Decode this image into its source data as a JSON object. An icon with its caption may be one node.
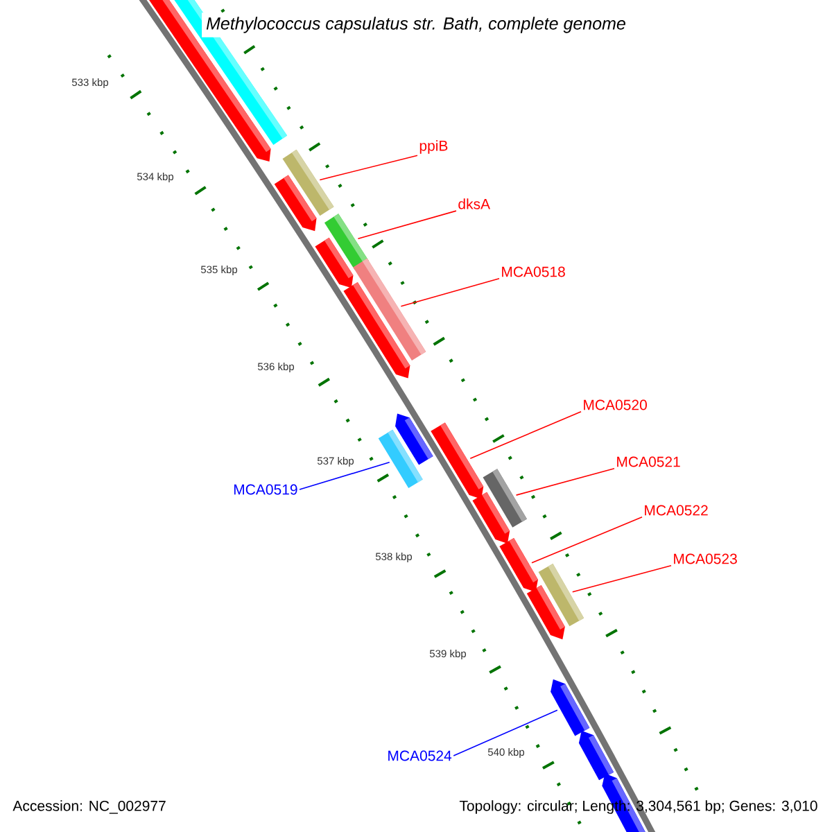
{
  "diagram": {
    "title": "Methylococcus capsulatus str. Bath, complete genome",
    "nodes": [
      {
        "text": [
          "ppiB"
        ]
      },
      {
        "text": [
          "dksA"
        ]
      },
      {
        "text": [
          "MCA0518"
        ]
      },
      {
        "text": [
          "MCA0519"
        ]
      },
      {
        "text": [
          "MCA0520"
        ]
      },
      {
        "text": [
          "MCA0521"
        ]
      },
      {
        "text": [
          "MCA0522"
        ]
      },
      {
        "text": [
          "MCA0523"
        ]
      },
      {
        "text": [
          "MCA0524"
        ]
      },
      {
        "text": [],
        "shape": "arrow"
      },
      {
        "text": [],
        "shape": "box"
      },
      {
        "text": [],
        "shape": "arrow"
      },
      {
        "text": [],
        "shape": "box"
      },
      {
        "text": [],
        "shape": "arrow"
      },
      {
        "text": [],
        "shape": "box"
      },
      {
        "text": [],
        "shape": "arrow"
      },
      {
        "text": [],
        "shape": "box"
      },
      {
        "text": [],
        "shape": "box"
      },
      {
        "text": [],
        "shape": "arrow"
      },
      {
        "text": [],
        "shape": "arrow"
      },
      {
        "text": [],
        "shape": "box"
      },
      {
        "text": [],
        "shape": "arrow"
      },
      {
        "text": [],
        "shape": "arrow"
      },
      {
        "text": [],
        "shape": "box"
      },
      {
        "text": [],
        "shape": "arrow"
      },
      {
        "text": [],
        "shape": "arrow"
      },
      {
        "text": [],
        "shape": "arrow"
      },
      {
        "text": [],
        "shape": "arrow"
      }
    ],
    "edges": [
      {
        "from": 0,
        "to": 12,
        "arrow": "none"
      },
      {
        "from": 1,
        "to": 14,
        "arrow": "none"
      },
      {
        "from": 2,
        "to": 16,
        "arrow": "none"
      },
      {
        "from": 3,
        "to": 17,
        "arrow": "none",
        "color": "#0000ff"
      },
      {
        "from": 4,
        "to": 19,
        "arrow": "none"
      },
      {
        "from": 5,
        "to": 20,
        "arrow": "none"
      },
      {
        "from": 6,
        "to": 22,
        "arrow": "none"
      },
      {
        "from": 7,
        "to": 23,
        "arrow": "none"
      },
      {
        "from": 8,
        "to": 25,
        "arrow": "none",
        "color": "#0000ff"
      }
    ],
    "labels": [
      "533 kbp",
      "534 kbp",
      "535 kbp",
      "536 kbp",
      "537 kbp",
      "538 kbp",
      "539 kbp",
      "540 kbp",
      "Accession: NC_002977",
      "Topology: circular; Length: 3,304,561 bp; Genes: 3,010"
    ]
  }
}
